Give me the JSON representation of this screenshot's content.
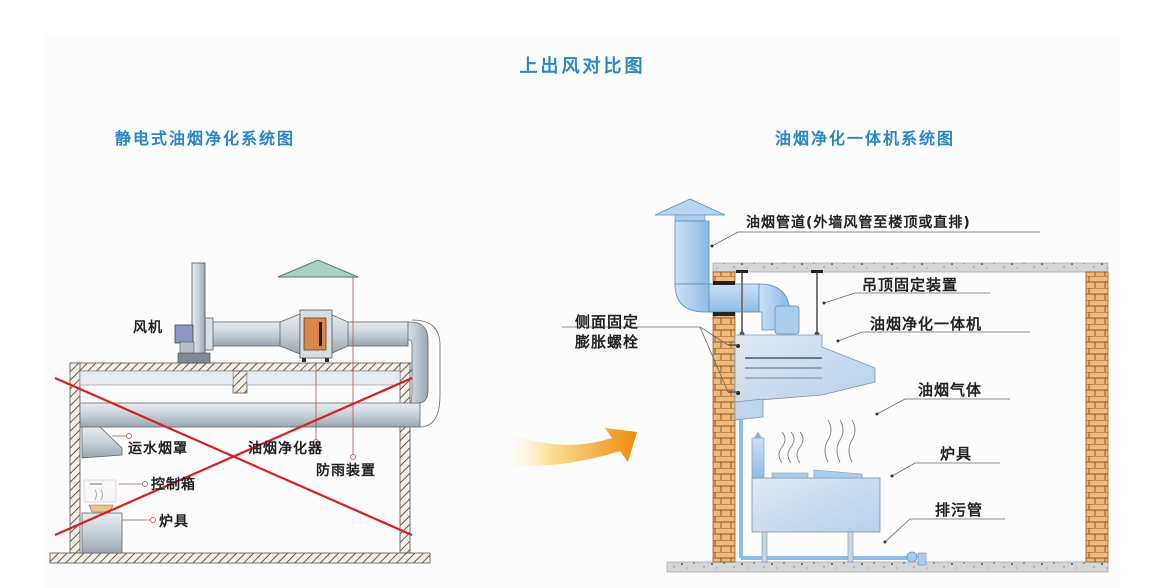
{
  "title": "上出风对比图",
  "left_diagram": {
    "title": "静电式油烟净化系统图",
    "status": "crossed-out",
    "labels": {
      "fan": "风机",
      "hood": "运水烟罩",
      "purifier": "油烟净化器",
      "rain_cover": "防雨装置",
      "control_box": "控制箱",
      "stove": "炉具"
    }
  },
  "right_diagram": {
    "title": "油烟净化一体机系统图",
    "labels": {
      "duct": "油烟管道(外墙风管至楼顶或直排)",
      "ceiling_mount": "吊顶固定装置",
      "side_bolt_line1": "侧面固定",
      "side_bolt_line2": "膨胀螺栓",
      "unit": "油烟净化一体机",
      "fume_gas": "油烟气体",
      "stove": "炉具",
      "drain": "排污管"
    }
  },
  "colors": {
    "title_blue": "#2a86c6",
    "cross_red": "#d42020",
    "arrow_orange": "#f29a12",
    "brick": "#f2b877",
    "duct_blue": "#a9cdef"
  }
}
